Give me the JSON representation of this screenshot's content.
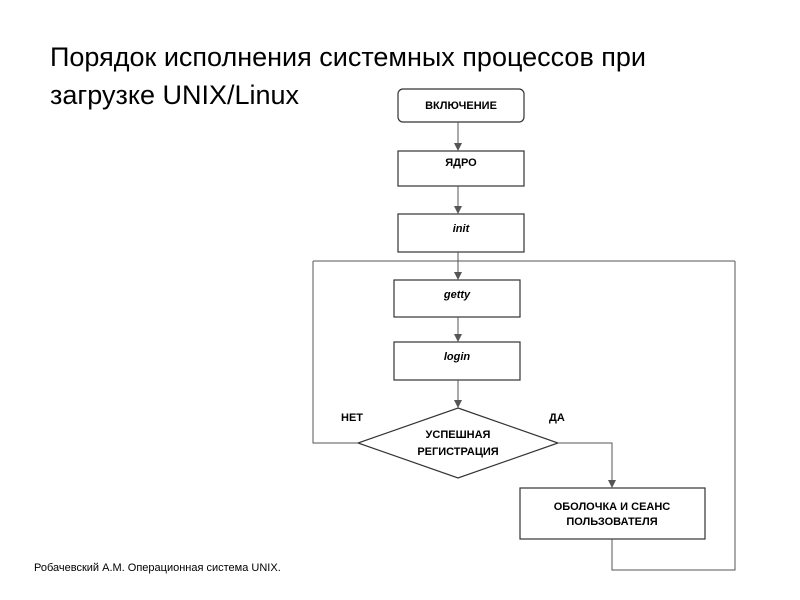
{
  "slide": {
    "title_line1": "Порядок исполнения системных процессов при",
    "title_line2": "загрузке UNIX/Linux",
    "footer": "Робачевский А.М. Операционная система UNIX."
  },
  "flowchart": {
    "nodes": {
      "power_on": "ВКЛЮЧЕНИЕ",
      "kernel": "ЯДРО",
      "init": "init",
      "getty": "getty",
      "login": "login",
      "decision_line1": "УСПЕШНАЯ",
      "decision_line2": "РЕГИСТРАЦИЯ",
      "shell_line1": "ОБОЛОЧКА И СЕАНС",
      "shell_line2": "ПОЛЬЗОВАТЕЛЯ"
    },
    "edges": {
      "no_label": "НЕТ",
      "yes_label": "ДА"
    }
  }
}
